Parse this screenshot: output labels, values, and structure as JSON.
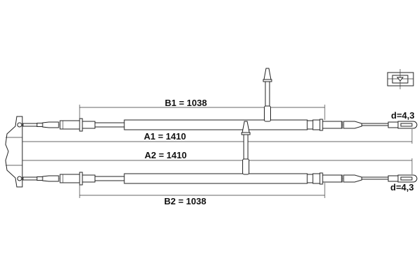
{
  "dimensions": {
    "b1": "B1 = 1038",
    "a1": "A1 = 1410",
    "a2": "A2 = 1410",
    "b2": "B2 = 1038",
    "d_upper": "d=4,3",
    "d_lower": "d=4,3"
  },
  "icons": [
    "bracket-clamp-icon",
    "end-fitting-detail-icon"
  ]
}
